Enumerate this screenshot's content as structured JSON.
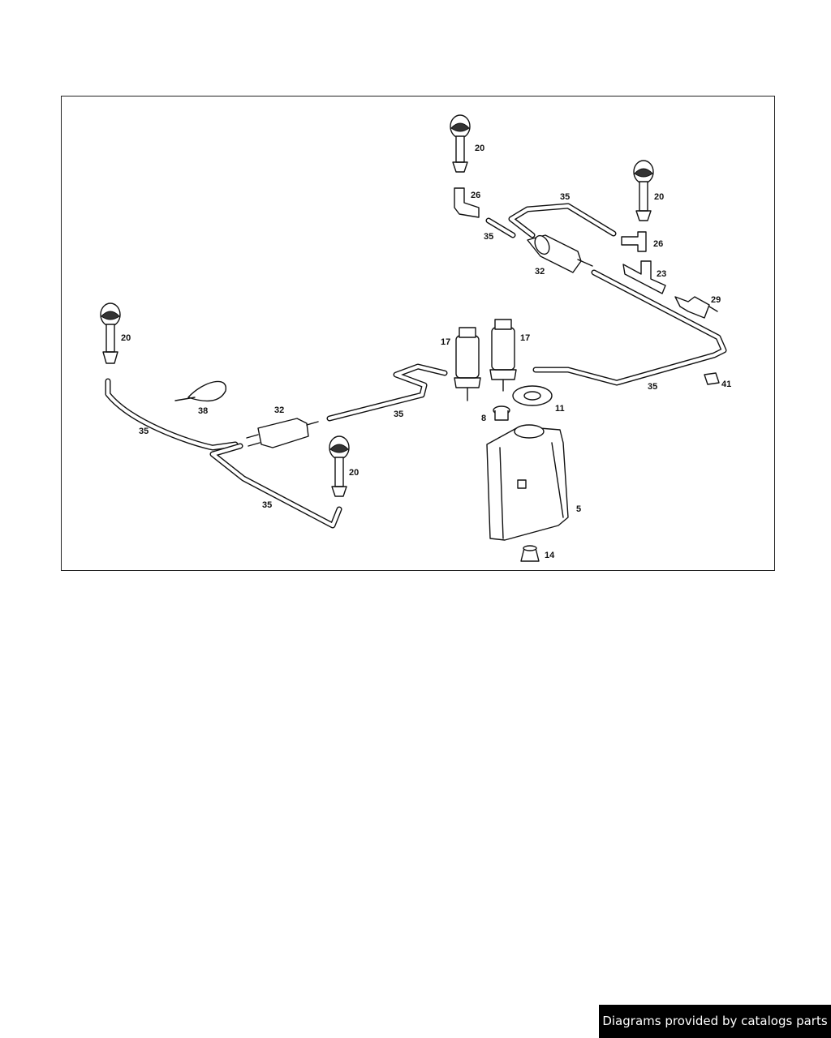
{
  "diagram": {
    "callouts": {
      "c20a": "20",
      "c26a": "26",
      "c35a": "35",
      "c20b": "20",
      "c35b": "35",
      "c26b": "26",
      "c32a": "32",
      "c23": "23",
      "c29": "29",
      "c20c": "20",
      "c17a": "17",
      "c17b": "17",
      "c35c": "35",
      "c41": "41",
      "c38": "38",
      "c32b": "32",
      "c35d": "35",
      "c11": "11",
      "c8": "8",
      "c35e": "35",
      "c20d": "20",
      "c35f": "35",
      "c5": "5",
      "c14": "14"
    },
    "line_color": "#111111"
  },
  "footer": {
    "credit": "Diagrams provided by catalogs parts"
  }
}
